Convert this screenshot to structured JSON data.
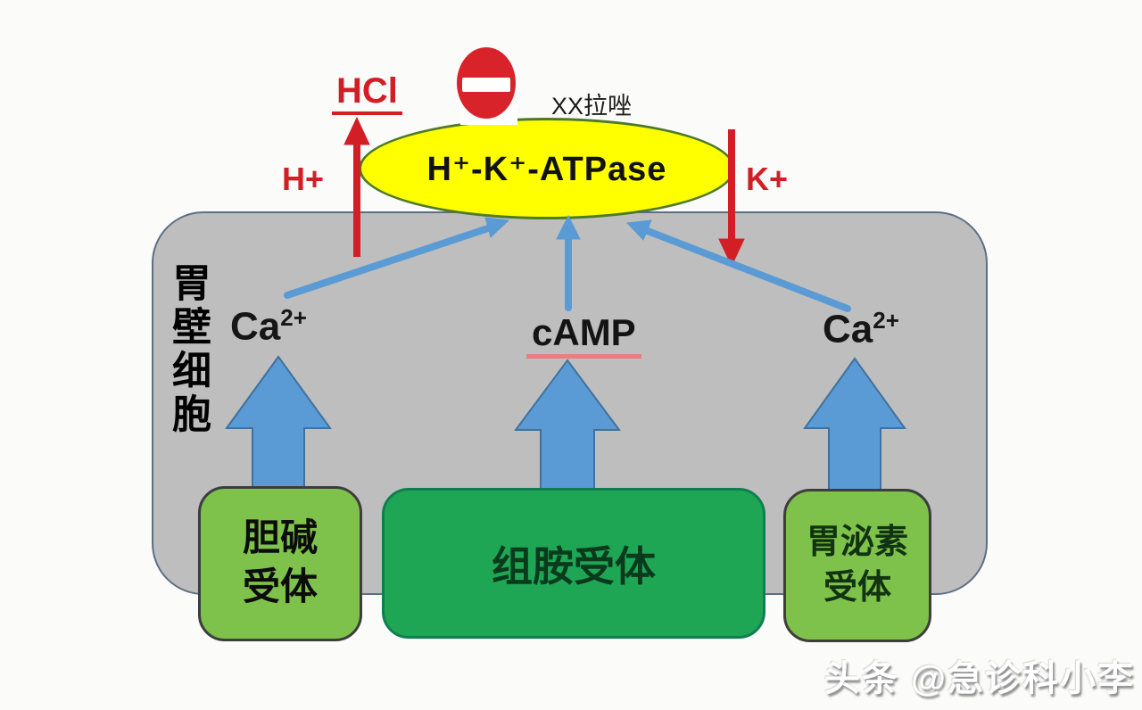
{
  "labels": {
    "hcl": "HCl",
    "h_ion": "H+",
    "k_ion": "K+",
    "ppi_drug": "XX拉唑",
    "pump": "H⁺-K⁺-ATPase",
    "cell_wall": "胃壁细胞",
    "ca_base": "Ca",
    "ca_sup": "2+",
    "camp": "cAMP",
    "receptor_choline_line1": "胆碱",
    "receptor_choline_line2": "受体",
    "receptor_histamine": "组胺受体",
    "receptor_gastrin_line1": "胃泌素",
    "receptor_gastrin_line2": "受体",
    "watermark": "头条 @急诊科小李"
  },
  "colors": {
    "red": "#d21f26",
    "arrow_blue": "#5b9bd5",
    "pump_yellow": "#ffff00",
    "pump_border_green": "#4e7a28",
    "cell_gray": "#bebebe",
    "light_green": "#7ec24b",
    "dark_green": "#1ea654",
    "no_entry_red": "#d8232a"
  }
}
